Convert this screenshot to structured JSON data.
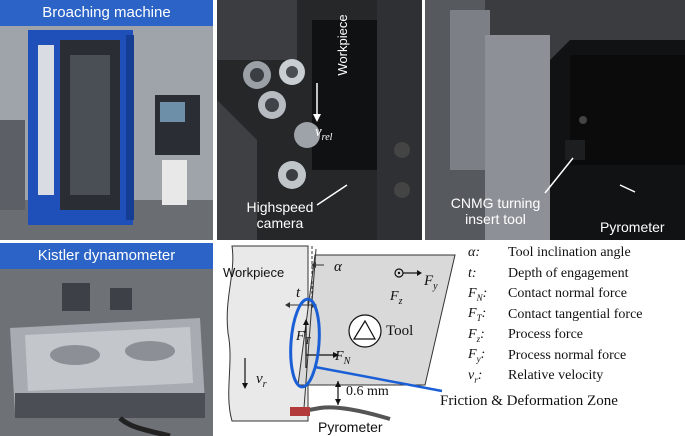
{
  "panels": {
    "broaching": {
      "caption": "Broaching machine"
    },
    "kistler": {
      "caption": "Kistler dynamometer"
    },
    "camera_photo": {
      "workpiece_label": "Workpiece",
      "vrel_label": "v",
      "vrel_sub": "rel",
      "camera_label_line1": "Highspeed",
      "camera_label_line2": "camera"
    },
    "tool_photo": {
      "tool_label_line1": "CNMG turning",
      "tool_label_line2": "insert tool",
      "pyrometer_label": "Pyrometer"
    }
  },
  "diagram": {
    "workpiece_label": "Workpiece",
    "alpha_label": "α",
    "t_label": "t",
    "fy_label": "F",
    "fy_sub": "y",
    "fz_label": "F",
    "fz_sub": "z",
    "tool_label": "Tool",
    "ft_label": "F",
    "ft_sub": "T",
    "fn_label": "F",
    "fn_sub": "N",
    "vr_label": "v",
    "vr_sub": "r",
    "gap_label": "0.6 mm",
    "pyrometer_label": "Pyrometer",
    "zone_label": "Friction & Deformation Zone"
  },
  "legend": [
    {
      "symbol": "α:",
      "desc": "Tool inclination angle"
    },
    {
      "symbol": "t:",
      "desc": "Depth of engagement"
    },
    {
      "symbol": "F_N:",
      "desc": "Contact normal force"
    },
    {
      "symbol": "F_T:",
      "desc": "Contact tangential force"
    },
    {
      "symbol": "F_z:",
      "desc": "Process force"
    },
    {
      "symbol": "F_y:",
      "desc": "Process normal force"
    },
    {
      "symbol": "v_r:",
      "desc": "Relative velocity"
    }
  ],
  "colors": {
    "caption_bg": "#2b63c6",
    "machine_blue": "#1f4fb8",
    "zone_blue": "#1a5fd6",
    "pyrometer_red": "#b23a3a"
  }
}
